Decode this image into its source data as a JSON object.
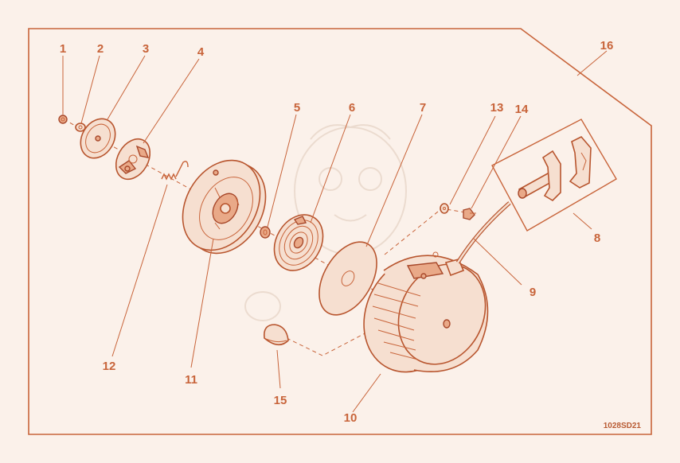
{
  "diagram": {
    "drawing_code": "1028SD21",
    "callouts": [
      {
        "id": "1",
        "label": "1"
      },
      {
        "id": "2",
        "label": "2"
      },
      {
        "id": "3",
        "label": "3"
      },
      {
        "id": "4",
        "label": "4"
      },
      {
        "id": "5",
        "label": "5"
      },
      {
        "id": "6",
        "label": "6"
      },
      {
        "id": "7",
        "label": "7"
      },
      {
        "id": "8",
        "label": "8"
      },
      {
        "id": "9",
        "label": "9"
      },
      {
        "id": "10",
        "label": "10"
      },
      {
        "id": "11",
        "label": "11"
      },
      {
        "id": "12",
        "label": "12"
      },
      {
        "id": "13",
        "label": "13"
      },
      {
        "id": "14",
        "label": "14"
      },
      {
        "id": "15",
        "label": "15"
      },
      {
        "id": "16",
        "label": "16"
      }
    ]
  }
}
